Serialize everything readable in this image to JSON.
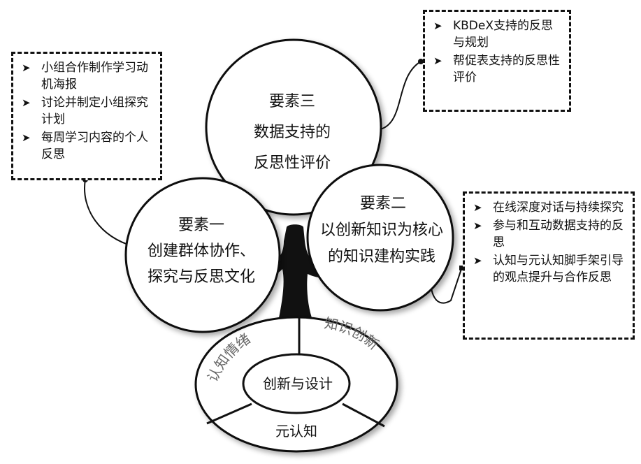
{
  "circles": {
    "element3": {
      "lines": [
        "要素三",
        "数据支持的",
        "反思性评价"
      ]
    },
    "element1": {
      "lines": [
        "要素一",
        "创建群体协作、",
        "探究与反思文化"
      ]
    },
    "element2": {
      "lines": [
        "要素二",
        "以创新知识为核心",
        "的知识建构实践"
      ]
    }
  },
  "base": {
    "center": "创新与设计",
    "left_arc": "认知情绪",
    "right_arc": "知识创新",
    "bottom": "元认知"
  },
  "boxes": {
    "left": {
      "items": [
        "小组合作制作学习动机海报",
        "讨论并制定小组探究计划",
        "每周学习内容的个人反思"
      ]
    },
    "top": {
      "items": [
        "KBDeX支持的反思与规划",
        "帮促表支持的反思性评价"
      ]
    },
    "right": {
      "items": [
        "在线深度对话与持续探究",
        "参与和互动数据支持的反思",
        "认知与元认知脚手架引导的观点提升与合作反思"
      ]
    }
  },
  "bullet_glyph": "➤"
}
